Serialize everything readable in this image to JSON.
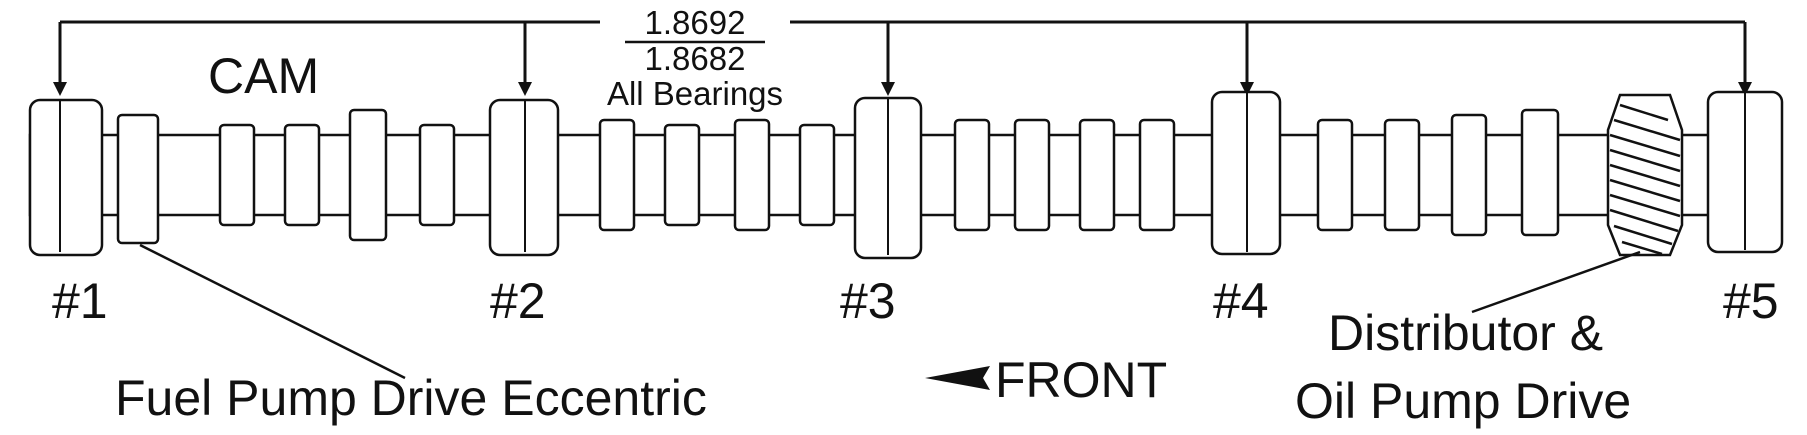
{
  "diagram": {
    "title": "CAM",
    "spec": {
      "upper": "1.8692",
      "lower": "1.8682",
      "note": "All Bearings"
    },
    "journals": [
      {
        "label": "#1"
      },
      {
        "label": "#2"
      },
      {
        "label": "#3"
      },
      {
        "label": "#4"
      },
      {
        "label": "#5"
      }
    ],
    "callouts": {
      "fuel_pump": "Fuel Pump Drive Eccentric",
      "front": "FRONT",
      "distributor_line1": "Distributor &",
      "distributor_line2": "Oil Pump Drive"
    },
    "colors": {
      "ink": "#111111",
      "paper": "#ffffff"
    }
  }
}
